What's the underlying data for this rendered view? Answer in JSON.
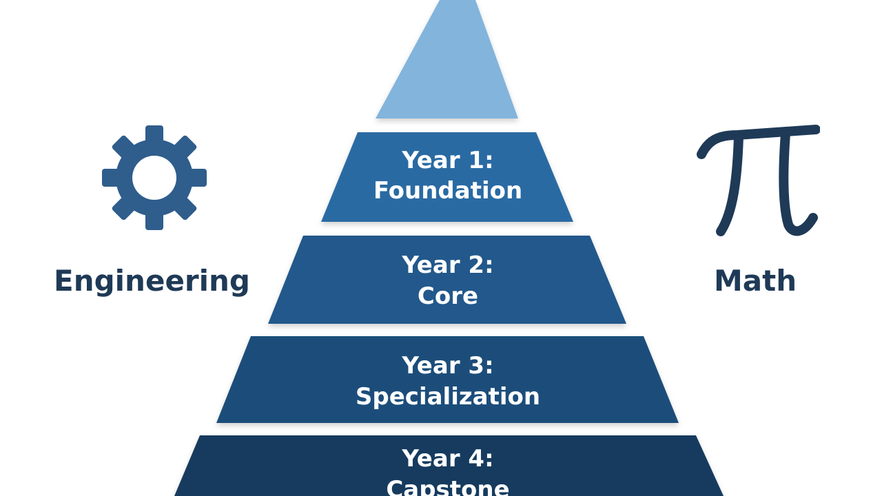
{
  "tiers": [
    {
      "line1": "Year 1:",
      "line2": "Foundation",
      "color": "#2a6aa3"
    },
    {
      "line1": "Year 2:",
      "line2": "Core",
      "color": "#24588b"
    },
    {
      "line1": "Year 3:",
      "line2": "Specialization",
      "color": "#1e4d7a"
    },
    {
      "line1": "Year 4:",
      "line2": "Capstone",
      "color": "#173b5f"
    }
  ],
  "apex": {
    "color": "#82b4dc"
  },
  "left": {
    "label": "Engineering",
    "icon": "gear-icon",
    "color": "#2f5d8c"
  },
  "right": {
    "label": "Math",
    "icon": "pi-icon",
    "color": "#1f3a57"
  }
}
